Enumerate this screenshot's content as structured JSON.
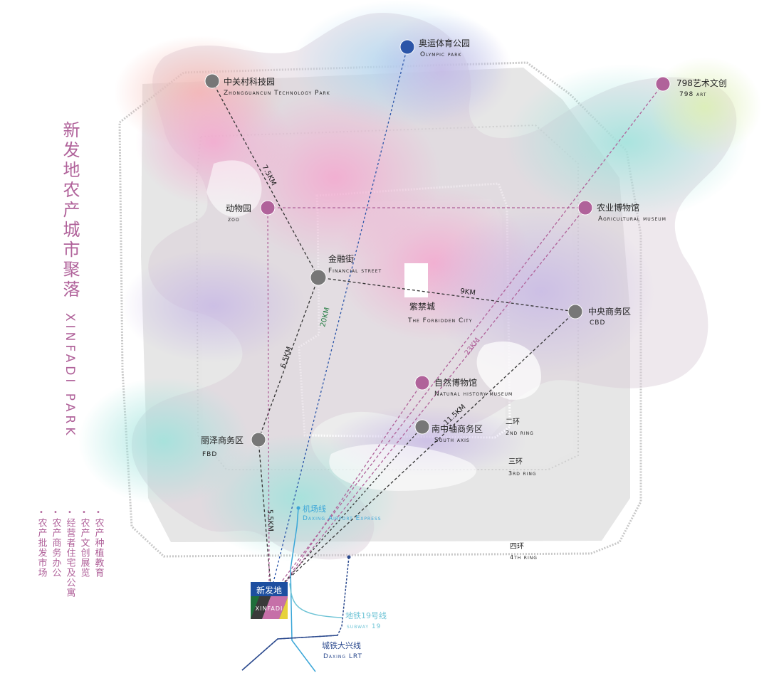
{
  "title_cn": "新发地农产城市聚落",
  "title_en": "XINFADI PARK",
  "programs": [
    "农产种植教育",
    "农产文创展览",
    "经营者住宅及公寓",
    "农产商务办公",
    "农产批发市场"
  ],
  "origin": {
    "cn": "新发地",
    "en": "XINFADI"
  },
  "places": {
    "olympic": {
      "cn": "奥运体育公园",
      "en": "Olympic park",
      "color": "#2b55a8"
    },
    "zgc": {
      "cn": "中关村科技园",
      "en": "Zhongguancun Technology Park",
      "color": "#777777"
    },
    "art798": {
      "cn": "798艺术文创",
      "en": "798 art",
      "color": "#b0629a"
    },
    "zoo": {
      "cn": "动物园",
      "en": "zoo",
      "color": "#b0629a"
    },
    "agri": {
      "cn": "农业博物馆",
      "en": "Agricultural museum",
      "color": "#b0629a"
    },
    "finance": {
      "cn": "金融街",
      "en": "Financial street",
      "color": "#777777"
    },
    "forbidden": {
      "cn": "紫禁城",
      "en": "The Forbidden City"
    },
    "cbd": {
      "cn": "中央商务区",
      "en": "CBD",
      "color": "#777777"
    },
    "natural": {
      "cn": "自然博物馆",
      "en": "Natural history museum",
      "color": "#b0629a"
    },
    "southaxis": {
      "cn": "南中轴商务区",
      "en": "South axis",
      "color": "#777777"
    },
    "fbd": {
      "cn": "丽泽商务区",
      "en": "FBD",
      "color": "#777777"
    }
  },
  "rings": {
    "r2": {
      "cn": "二环",
      "en": "2nd ring"
    },
    "r3": {
      "cn": "三环",
      "en": "3rd ring"
    },
    "r4": {
      "cn": "四环",
      "en": "4th ring"
    }
  },
  "distances": {
    "zgc_finance": "7.5KM",
    "olympic": "20KM",
    "finance_cbd": "9KM",
    "art798": "23KM",
    "fbd_finance": "6.5KM",
    "cbd": "11.5KM",
    "fbd_xinfadi": "5.5KM"
  },
  "lines": {
    "airport": {
      "cn": "机场线",
      "en": "Daxing Airport Express",
      "color": "#3aa6d8"
    },
    "subway19": {
      "cn": "地铁19号线",
      "en": "subway 19",
      "color": "#6fc4d6"
    },
    "daxing": {
      "cn": "城铁大兴线",
      "en": "Daxing LRT",
      "color": "#2c4a8e"
    }
  },
  "colors": {
    "pink": "#b0629a",
    "grey_node": "#777777",
    "blue_node": "#2b55a8",
    "ring_area": "#dcdcdc"
  }
}
